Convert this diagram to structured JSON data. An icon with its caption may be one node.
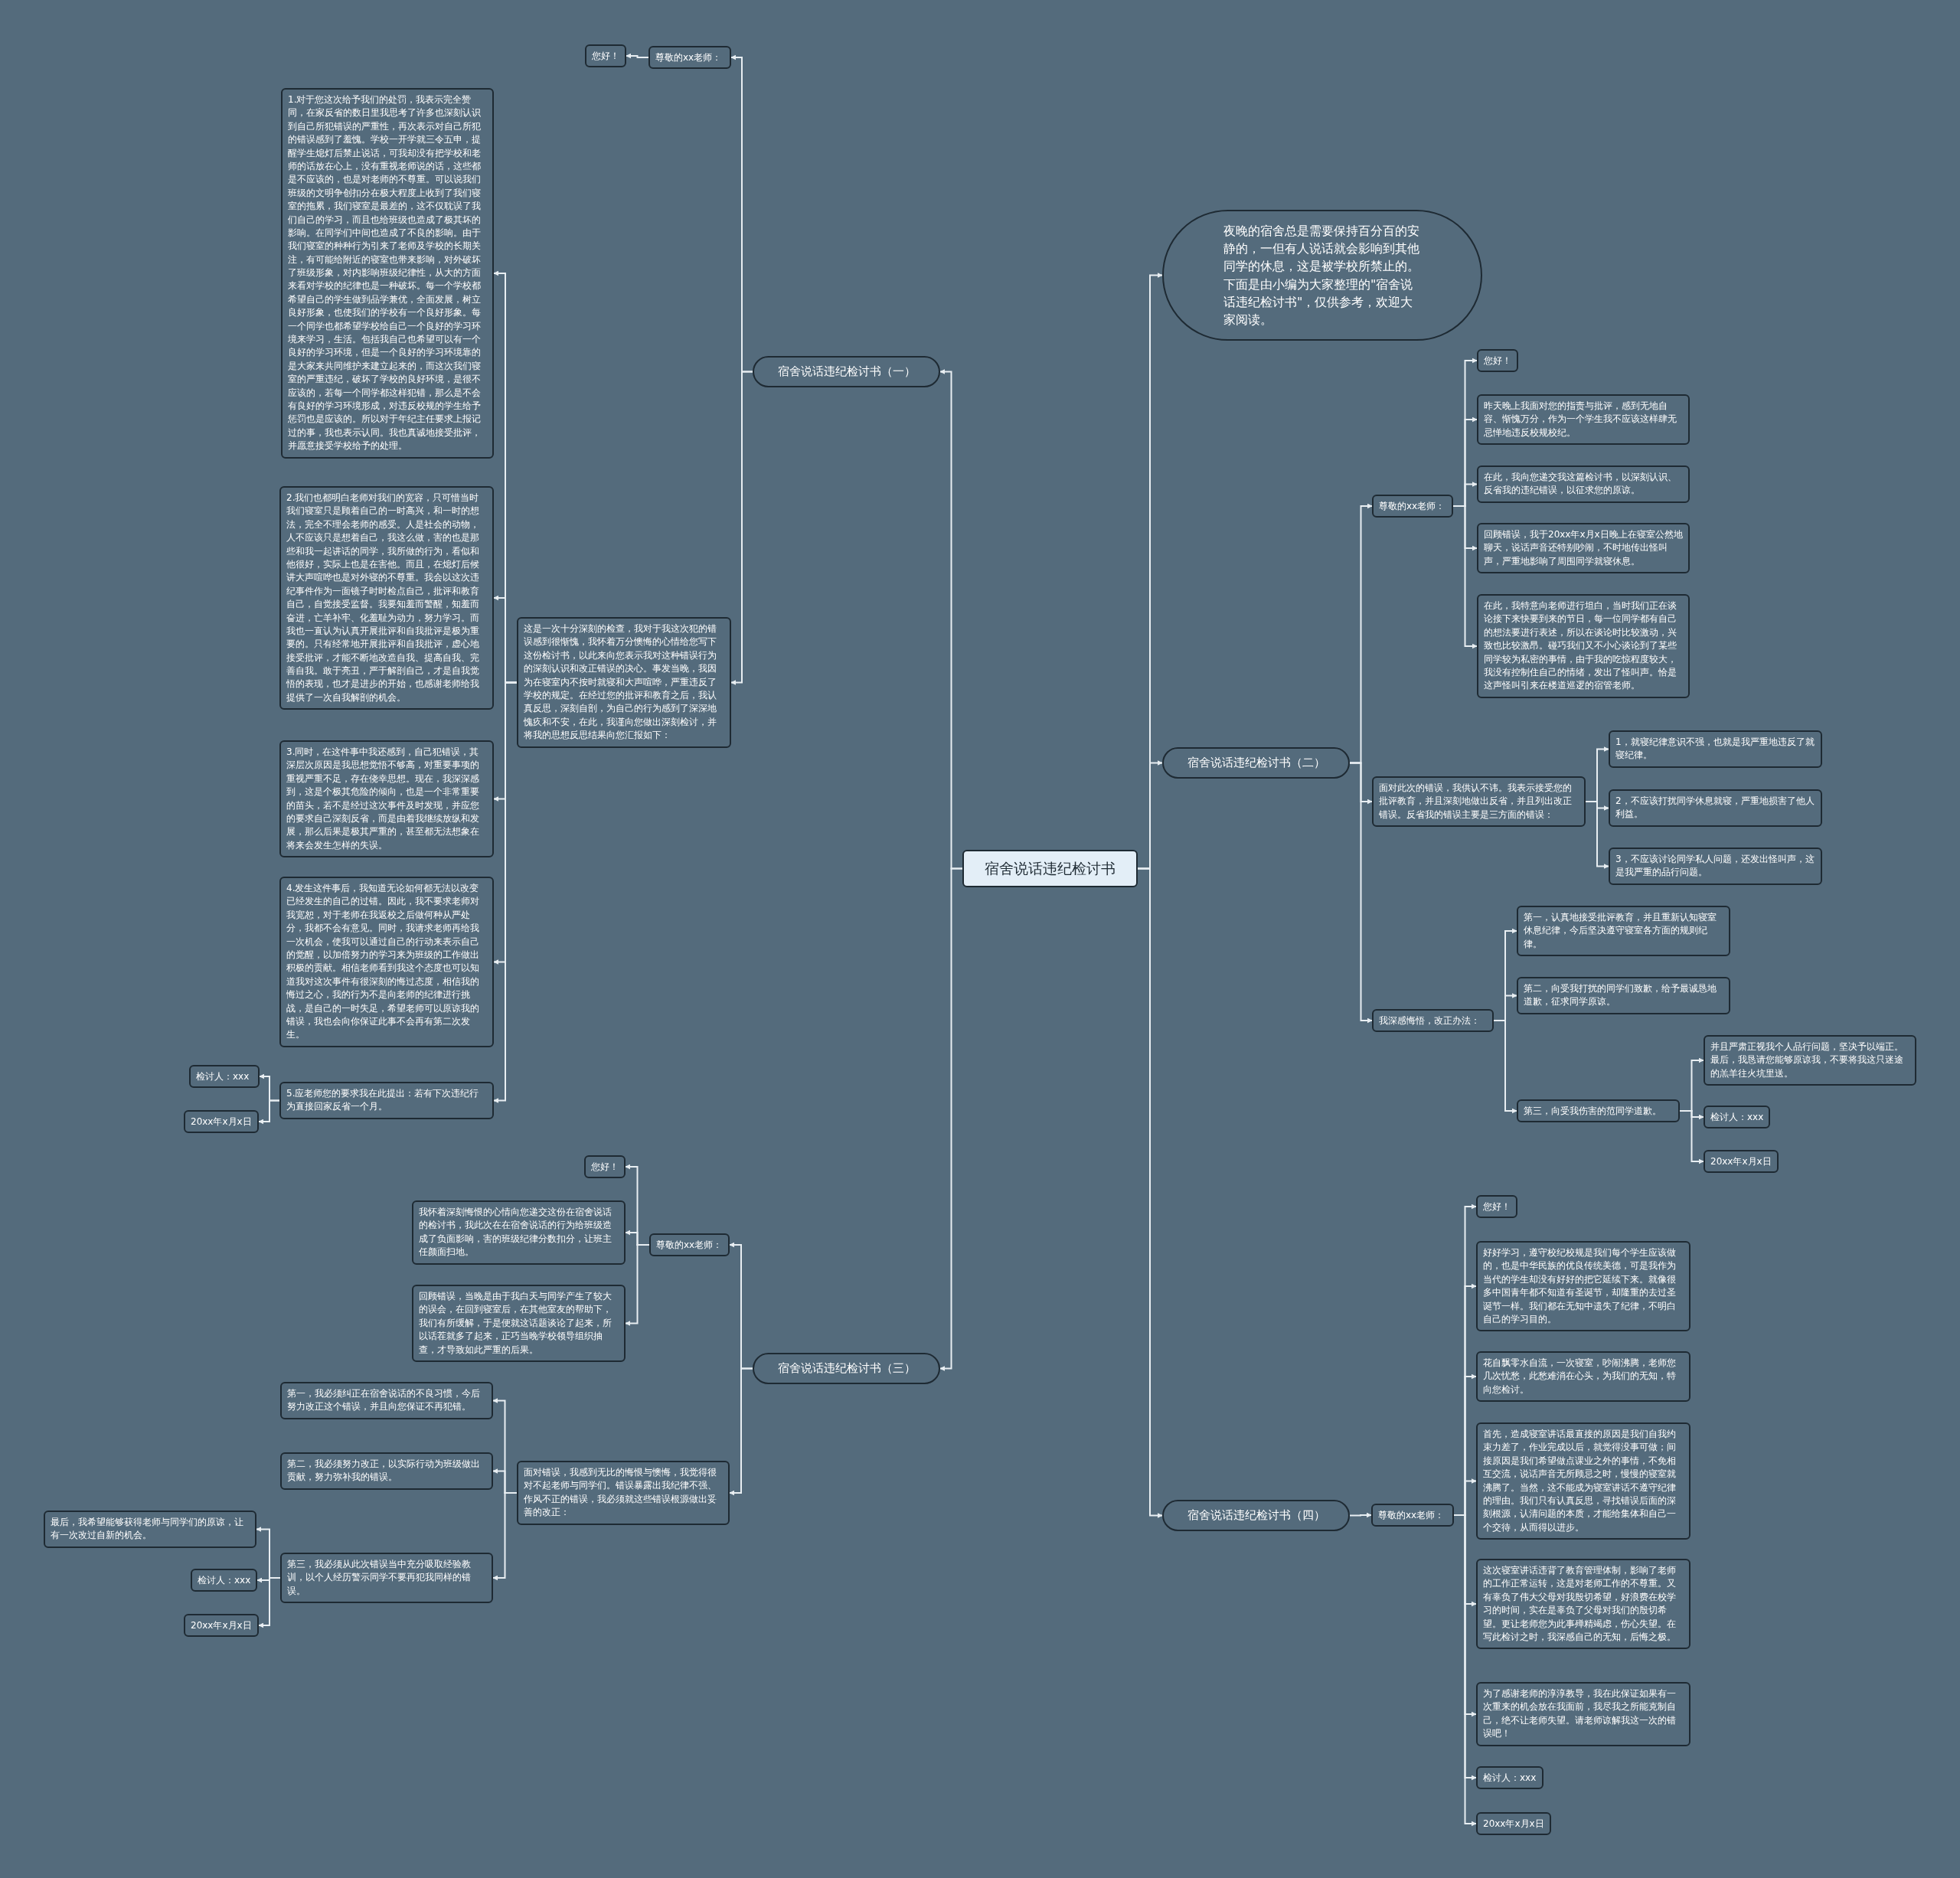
{
  "diagram": {
    "nodes": [
      {
        "text": [
          "宿舍说话违纪检讨书"
        ]
      },
      {
        "text": [
          "夜晚的宿舍总是需要保持百分百的安静的，一但有人说话就会影响到其他同学的休息，这是被学校所禁止的。下面是由小编为大家整理的\"宿舍说话违纪检讨书\"，仅供参考，欢迎大家阅读。"
        ]
      },
      {
        "text": [
          "宿舍说话违纪检讨书（一）"
        ]
      },
      {
        "text": [
          "尊敬的xx老师："
        ]
      },
      {
        "text": [
          "您好！"
        ]
      },
      {
        "text": [
          "这是一次十分深刻的检查，我对于我这次犯的错误感到很惭愧，我怀着万分懊悔的心情给您写下这份检讨书，以此来向您表示我对这种错误行为的深刻认识和改正错误的决心。事发当晚，我因为在寝室内不按时就寝和大声喧哗，严重违反了学校的规定。在经过您的批评和教育之后，我认真反思，深刻自剖，为自己的行为感到了深深地愧疚和不安，在此，我谨向您做出深刻检讨，并将我的思想反思结果向您汇报如下："
        ]
      },
      {
        "text": [
          "1.对于您这次给予我们的处罚，我表示完全赞同，在家反省的数日里我思考了许多也深刻认识到自己所犯错误的严重性，再次表示对自己所犯的错误感到了羞愧。学校一开学就三令五申，提醒学生熄灯后禁止说话，可我却没有把学校和老师的话放在心上，没有重视老师说的话，这些都是不应该的，也是对老师的不尊重。可以说我们班级的文明争创扣分在极大程度上收到了我们寝室的拖累，我们寝室是最差的，这不仅耽误了我们自己的学习，而且也给班级也造成了极其坏的影响。在同学们中间也造成了不良的影响。由于我们寝室的种种行为引来了老师及学校的长期关注，有可能给附近的寝室也带来影响，对外破坏了班级形象，对内影响班级纪律性，从大的方面来看对学校的纪律也是一种破坏。每一个学校都希望自己的学生做到品学兼优，全面发展，树立良好形象，也使我们的学校有一个良好形象。每一个同学也都希望学校给自己一个良好的学习环境来学习，生活。包括我自己也希望可以有一个良好的学习环境，但是一个良好的学习环境靠的是大家来共同维护来建立起来的，而这次我们寝室的严重违纪，破坏了学校的良好环境，是很不应该的，若每一个同学都这样犯错，那么是不会有良好的学习环境形成，对违反校规的学生给予惩罚也是应该的。所以对于年纪主任要求上报记过的事，我也表示认同。我也真诚地接受批评，并愿意接受学校给予的处理。"
        ]
      },
      {
        "text": [
          "2.我们也都明白老师对我们的宽容，只可惜当时我们寝室只是顾着自己的一时高兴，和一时的想法，完全不理会老师的感受。人是社会的动物，人不应该只是想着自己，我这么做，害的也是那些和我一起讲话的同学，我所做的行为，看似和他很好，实际上也是在害他。而且，在熄灯后候讲大声喧哗也是对外寝的不尊重。我会以这次违纪事件作为一面镜子时时检点自己，批评和教育自己，自觉接受监督。我要知羞而警醒，知羞而奋进，亡羊补牢、化羞耻为动力，努力学习。而我也一直认为认真开展批评和自我批评是极为重要的。只有经常地开展批评和自我批评，虚心地接受批评，才能不断地改造自我、提高自我、完善自我。敢于亮丑，严于解剖自己，才是自我觉悟的表现，也才是进步的开始，也感谢老师给我提供了一次自我解剖的机会。"
        ]
      },
      {
        "text": [
          "3.同时，在这件事中我还感到，自己犯错误，其深层次原因是我思想觉悟不够高，对重要事项的重视严重不足，存在侥幸思想。现在，我深深感到，这是个极其危险的倾向，也是一个非常重要的苗头，若不是经过这次事件及时发现，并应您的要求自己深刻反省，而是由着我继续放纵和发展，那么后果是极其严重的，甚至都无法想象在将来会发生怎样的失误。"
        ]
      },
      {
        "text": [
          "4.发生这件事后，我知道无论如何都无法以改变已经发生的自己的过错。因此，我不要求老师对我宽恕，对于老师在我返校之后做何种从严处分，我都不会有意见。同时，我请求老师再给我一次机会，使我可以通过自己的行动来表示自己的觉醒，以加倍努力的学习来为班级的工作做出积极的贡献。相信老师看到我这个态度也可以知道我对这次事件有很深刻的悔过态度，相信我的悔过之心，我的行为不是向老师的纪律进行挑战，是自己的一时失足，希望老师可以原谅我的错误，我也会向你保证此事不会再有第二次发生。"
        ]
      },
      {
        "text": [
          "5.应老师您的要求我在此提出：若有下次违纪行为直接回家反省一个月。"
        ]
      },
      {
        "text": [
          "检讨人：xxx"
        ]
      },
      {
        "text": [
          "20xx年x月x日"
        ]
      },
      {
        "text": [
          "宿舍说话违纪检讨书（三）"
        ]
      },
      {
        "text": [
          "尊敬的xx老师："
        ]
      },
      {
        "text": [
          "您好！"
        ]
      },
      {
        "text": [
          "我怀着深刻悔恨的心情向您递交这份在宿舍说话的检讨书，我此次在在宿舍说话的行为给班级造成了负面影响，害的班级纪律分数扣分，让班主任颜面扫地。"
        ]
      },
      {
        "text": [
          "回顾错误，当晚是由于我白天与同学产生了较大的误会，在回到寝室后，在其他室友的帮助下，我们有所缓解，于是便就这话题谈论了起来，所以话茬就多了起来，正巧当晚学校领导组织抽查，才导致如此严重的后果。"
        ]
      },
      {
        "text": [
          "面对错误，我感到无比的悔恨与懊悔，我觉得很对不起老师与同学们。错误暴露出我纪律不强、作风不正的错误，我必须就这些错误根源做出妥善的改正："
        ]
      },
      {
        "text": [
          "第一，我必须纠正在宿舍说话的不良习惯，今后努力改正这个错误，并且向您保证不再犯错。"
        ]
      },
      {
        "text": [
          "第二，我必须努力改正，以实际行动为班级做出贡献，努力弥补我的错误。"
        ]
      },
      {
        "text": [
          "第三，我必须从此次错误当中充分吸取经验教训，以个人经历警示同学不要再犯我同样的错误。"
        ]
      },
      {
        "text": [
          "最后，我希望能够获得老师与同学们的原谅，让有一次改过自新的机会。"
        ]
      },
      {
        "text": [
          "检讨人：xxx"
        ]
      },
      {
        "text": [
          "20xx年x月x日"
        ]
      },
      {
        "text": [
          "宿舍说话违纪检讨书（二）"
        ]
      },
      {
        "text": [
          "尊敬的xx老师："
        ]
      },
      {
        "text": [
          "您好！"
        ]
      },
      {
        "text": [
          "昨天晚上我面对您的指责与批评，感到无地自容、惭愧万分，作为一个学生我不应该这样肆无忌惮地违反校规校纪。"
        ]
      },
      {
        "text": [
          "在此，我向您递交我这篇检讨书，以深刻认识、反省我的违纪错误，以征求您的原谅。"
        ]
      },
      {
        "text": [
          "回顾错误，我于20xx年x月x日晚上在寝室公然地聊天，说话声音还特别吵闹，不时地传出怪叫声，严重地影响了周围同学就寝休息。"
        ]
      },
      {
        "text": [
          "在此，我特意向老师进行坦白，当时我们正在谈论接下来快要到来的节日，每一位同学都有自己的想法要进行表述，所以在谈论时比较激动，兴致也比较激昂。碰巧我们又不小心谈论到了某些同学较为私密的事情，由于我的吃惊程度较大，我没有控制住自己的情绪，发出了怪叫声。恰是这声怪叫引来在楼道巡逻的宿管老师。"
        ]
      },
      {
        "text": [
          "面对此次的错误，我供认不讳。我表示接受您的批评教育，并且深刻地做出反省，并且列出改正错误。反省我的错误主要是三方面的错误："
        ]
      },
      {
        "text": [
          "1，就寝纪律意识不强，也就是我严重地违反了就寝纪律。"
        ]
      },
      {
        "text": [
          "2，不应该打扰同学休息就寝，严重地损害了他人利益。"
        ]
      },
      {
        "text": [
          "3，不应该讨论同学私人问题，还发出怪叫声，这是我严重的品行问题。"
        ]
      },
      {
        "text": [
          "我深感悔悟，改正办法："
        ]
      },
      {
        "text": [
          "第一，认真地接受批评教育，并且重新认知寝室休息纪律，今后坚决遵守寝室各方面的规则纪律。"
        ]
      },
      {
        "text": [
          "第二，向受我打扰的同学们致歉，给予最诚恳地道歉，征求同学原谅。"
        ]
      },
      {
        "text": [
          "第三，向受我伤害的范同学道歉。"
        ]
      },
      {
        "text": [
          "并且严肃正视我个人品行问题，坚决予以端正。最后，我恳请您能够原谅我，不要将我这只迷途的羔羊往火坑里送。"
        ]
      },
      {
        "text": [
          "检讨人：xxx"
        ]
      },
      {
        "text": [
          "20xx年x月x日"
        ]
      },
      {
        "text": [
          "宿舍说话违纪检讨书（四）"
        ]
      },
      {
        "text": [
          "尊敬的xx老师："
        ]
      },
      {
        "text": [
          "您好！"
        ]
      },
      {
        "text": [
          "好好学习，遵守校纪校规是我们每个学生应该做的，也是中华民族的优良传统美德，可是我作为当代的学生却没有好好的把它延续下来。就像很多中国青年都不知道有圣诞节，却隆重的去过圣诞节一样。我们都在无知中遗失了纪律，不明白自己的学习目的。"
        ]
      },
      {
        "text": [
          "花自飘零水自流，一次寝室，吵闹沸腾，老师您几次忧愁，此愁难消在心头，为我们的无知，特向您检讨。"
        ]
      },
      {
        "text": [
          "首先，造成寝室讲话最直接的原因是我们自我约束力差了，作业完成以后，就觉得没事可做；间接原因是我们希望做点课业之外的事情，不免相互交流，说话声音无所顾忌之时，慢慢的寝室就沸腾了。当然，这不能成为寝室讲话不遵守纪律的理由。我们只有认真反思，寻找错误后面的深刻根源，认清问题的本质，才能给集体和自己一个交待，从而得以进步。"
        ]
      },
      {
        "text": [
          "这次寝室讲话违背了教育管理体制，影响了老师的工作正常运转，这是对老师工作的不尊重。又有辜负了伟大父母对我殷切希望，好浪费在校学习的时间，实在是辜负了父母对我们的殷切希望。更让老师您为此事殚精竭虑，伤心失望。在写此检讨之时，我深感自己的无知，后悔之极。"
        ]
      },
      {
        "text": [
          "为了感谢老师的淳淳教导，我在此保证如果有一次重来的机会放在我面前，我尽我之所能克制自己，绝不让老师失望。请老师谅解我这一次的错误吧！"
        ]
      },
      {
        "text": [
          "检讨人：xxx"
        ]
      },
      {
        "text": [
          "20xx年x月x日"
        ]
      }
    ],
    "edges": [
      {
        "from": 0,
        "to": 1,
        "arrow": "to"
      },
      {
        "from": 0,
        "to": 2,
        "arrow": "to"
      },
      {
        "from": 0,
        "to": 13,
        "arrow": "to"
      },
      {
        "from": 0,
        "to": 25,
        "arrow": "to"
      },
      {
        "from": 0,
        "to": 43,
        "arrow": "to"
      },
      {
        "from": 2,
        "to": 3,
        "arrow": "to"
      },
      {
        "from": 3,
        "to": 4,
        "arrow": "to"
      },
      {
        "from": 2,
        "to": 5,
        "arrow": "to"
      },
      {
        "from": 5,
        "to": 6,
        "arrow": "to"
      },
      {
        "from": 5,
        "to": 7,
        "arrow": "to"
      },
      {
        "from": 5,
        "to": 8,
        "arrow": "to"
      },
      {
        "from": 5,
        "to": 9,
        "arrow": "to"
      },
      {
        "from": 5,
        "to": 10,
        "arrow": "to"
      },
      {
        "from": 10,
        "to": 11,
        "arrow": "to"
      },
      {
        "from": 10,
        "to": 12,
        "arrow": "to"
      },
      {
        "from": 13,
        "to": 14,
        "arrow": "to"
      },
      {
        "from": 14,
        "to": 15,
        "arrow": "to"
      },
      {
        "from": 14,
        "to": 16,
        "arrow": "to"
      },
      {
        "from": 14,
        "to": 17,
        "arrow": "to"
      },
      {
        "from": 13,
        "to": 18,
        "arrow": "to"
      },
      {
        "from": 18,
        "to": 19,
        "arrow": "to"
      },
      {
        "from": 18,
        "to": 20,
        "arrow": "to"
      },
      {
        "from": 18,
        "to": 21,
        "arrow": "to"
      },
      {
        "from": 21,
        "to": 22,
        "arrow": "to"
      },
      {
        "from": 21,
        "to": 23,
        "arrow": "to"
      },
      {
        "from": 21,
        "to": 24,
        "arrow": "to"
      },
      {
        "from": 25,
        "to": 26,
        "arrow": "to"
      },
      {
        "from": 26,
        "to": 27,
        "arrow": "to"
      },
      {
        "from": 26,
        "to": 28,
        "arrow": "to"
      },
      {
        "from": 26,
        "to": 29,
        "arrow": "to"
      },
      {
        "from": 26,
        "to": 30,
        "arrow": "to"
      },
      {
        "from": 26,
        "to": 31,
        "arrow": "to"
      },
      {
        "from": 25,
        "to": 32,
        "arrow": "to"
      },
      {
        "from": 32,
        "to": 33,
        "arrow": "to"
      },
      {
        "from": 32,
        "to": 34,
        "arrow": "to"
      },
      {
        "from": 32,
        "to": 35,
        "arrow": "to"
      },
      {
        "from": 25,
        "to": 36,
        "arrow": "to"
      },
      {
        "from": 36,
        "to": 37,
        "arrow": "to"
      },
      {
        "from": 36,
        "to": 38,
        "arrow": "to"
      },
      {
        "from": 36,
        "to": 39,
        "arrow": "to"
      },
      {
        "from": 39,
        "to": 40,
        "arrow": "to"
      },
      {
        "from": 39,
        "to": 41,
        "arrow": "to"
      },
      {
        "from": 39,
        "to": 42,
        "arrow": "to"
      },
      {
        "from": 43,
        "to": 44,
        "arrow": "to"
      },
      {
        "from": 44,
        "to": 45,
        "arrow": "to"
      },
      {
        "from": 44,
        "to": 46,
        "arrow": "to"
      },
      {
        "from": 44,
        "to": 47,
        "arrow": "to"
      },
      {
        "from": 44,
        "to": 48,
        "arrow": "to"
      },
      {
        "from": 44,
        "to": 49,
        "arrow": "to"
      },
      {
        "from": 44,
        "to": 50,
        "arrow": "to"
      },
      {
        "from": 44,
        "to": 51,
        "arrow": "to"
      },
      {
        "from": 44,
        "to": 52,
        "arrow": "to"
      }
    ]
  }
}
